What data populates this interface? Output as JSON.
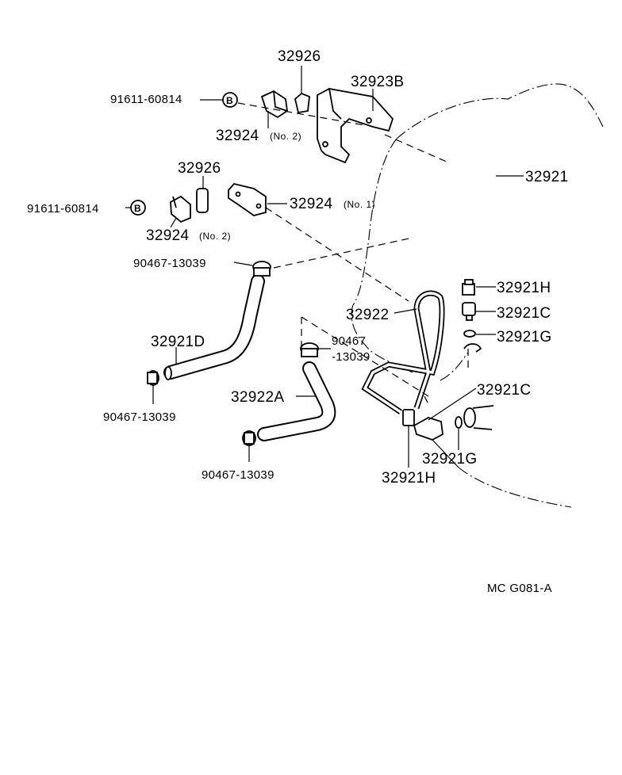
{
  "labels": {
    "p32926_top": "32926",
    "p32923b": "32923B",
    "p91611_top": "91611-60814",
    "p32924_no2_top": "32924",
    "no2_top": "(No. 2)",
    "p32921": "32921",
    "p32926_mid": "32926",
    "p91611_mid": "91611-60814",
    "p32924_no1": "32924",
    "no1": "(No. 1)",
    "p32924_no2_mid": "32924",
    "no2_mid": "(No. 2)",
    "p90467_a": "90467-13039",
    "p32921h_right": "32921H",
    "p32922": "32922",
    "p32921c_right": "32921C",
    "p32921g_right": "32921G",
    "p32921d": "32921D",
    "p90467_b1": "90467",
    "p90467_b2": "-13039",
    "p32921c_low": "32921C",
    "p32922a": "32922A",
    "p90467_c": "90467-13039",
    "p32921g_low": "32921G",
    "p32921h_low": "32921H",
    "p90467_d": "90467-13039",
    "bolt_marker": "B",
    "figure_code": "MC  G081-A"
  }
}
